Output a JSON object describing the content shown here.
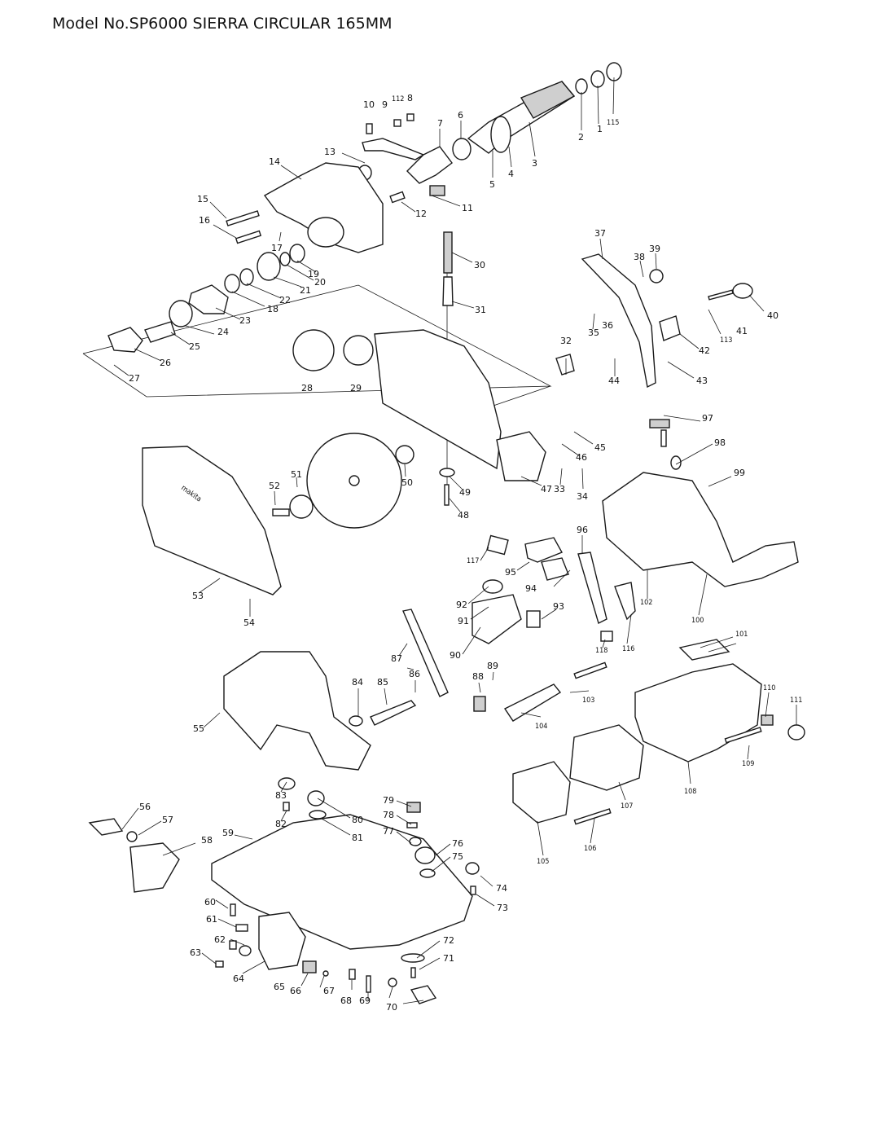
{
  "title": "Model No.SP6000 SIERRA CIRCULAR 165MM",
  "logo_text": "makita",
  "callouts": [
    "1",
    "2",
    "3",
    "4",
    "5",
    "6",
    "7",
    "8",
    "9",
    "10",
    "11",
    "12",
    "13",
    "14",
    "15",
    "16",
    "17",
    "18",
    "19",
    "20",
    "21",
    "22",
    "23",
    "24",
    "25",
    "26",
    "27",
    "28",
    "29",
    "30",
    "31",
    "32",
    "33",
    "34",
    "35",
    "36",
    "37",
    "38",
    "39",
    "40",
    "41",
    "42",
    "43",
    "44",
    "45",
    "46",
    "47",
    "48",
    "49",
    "50",
    "51",
    "52",
    "53",
    "54",
    "55",
    "56",
    "57",
    "58",
    "59",
    "60",
    "61",
    "62",
    "63",
    "64",
    "65",
    "66",
    "67",
    "68",
    "69",
    "70",
    "71",
    "72",
    "73",
    "74",
    "75",
    "76",
    "77",
    "78",
    "79",
    "80",
    "81",
    "82",
    "83",
    "84",
    "85",
    "86",
    "87",
    "88",
    "89",
    "90",
    "91",
    "92",
    "93",
    "94",
    "95",
    "96",
    "97",
    "98",
    "99",
    "100",
    "101",
    "102",
    "103",
    "104",
    "105",
    "106",
    "107",
    "108",
    "109",
    "110",
    "111",
    "112",
    "113",
    "115",
    "116",
    "117",
    "118"
  ]
}
